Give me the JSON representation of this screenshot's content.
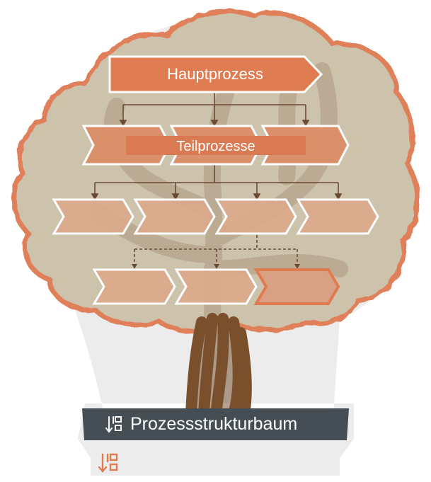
{
  "diagram": {
    "main_process": {
      "label": "Hauptprozess"
    },
    "sub_processes": {
      "label": "Teilprozesse"
    },
    "footer": {
      "title": "Prozessstrukturbaum",
      "icon": "hierarchy-sort-icon"
    }
  },
  "colors": {
    "canopy_fill": "#cdc2ab",
    "canopy_outline": "#e0805a",
    "trunk": "#7a4f2c",
    "arrow_primary": "#df7c52",
    "arrow_secondary": "#d9906b",
    "arrow_tertiary": "#dca88a",
    "connector": "#6a4a32",
    "banner": "#454d55",
    "accent": "#e07b4f"
  }
}
